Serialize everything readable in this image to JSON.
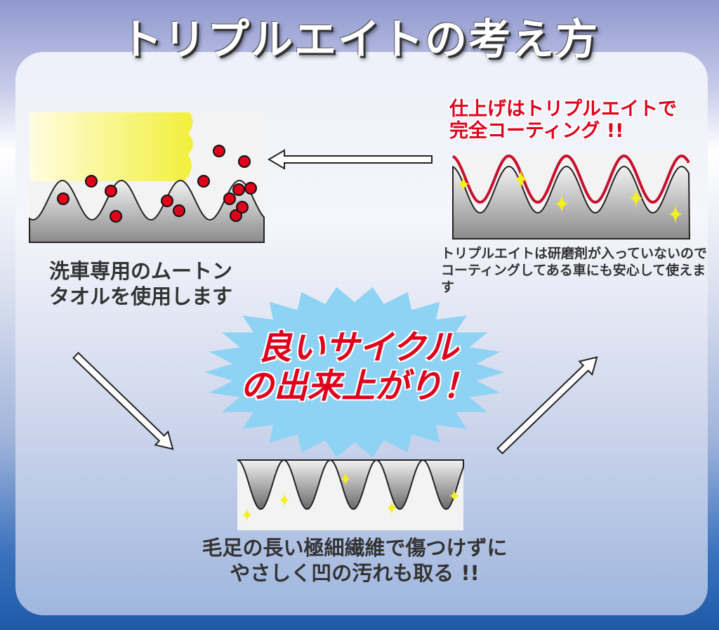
{
  "title": "トリプルエイトの考え方",
  "step1": {
    "caption": "洗車専用のムートン\nタオルを使用します"
  },
  "step2": {
    "caption": "毛足の長い極細繊維で傷つけずに\nやさしく凹の汚れも取る !!"
  },
  "step3": {
    "headline": "仕上げはトリプルエイトで\n完全コーティング !!",
    "caption": "トリプルエイトは研磨剤が入っていないので\nコーティングしてある車にも安心して使えます"
  },
  "center": {
    "burst_text": "良いサイクル\nの出来上がり！"
  },
  "colors": {
    "red": "#e0001b",
    "burst": "#8fd3f4",
    "sparkle": "#f5ef1a",
    "coating": "#c8102e"
  }
}
